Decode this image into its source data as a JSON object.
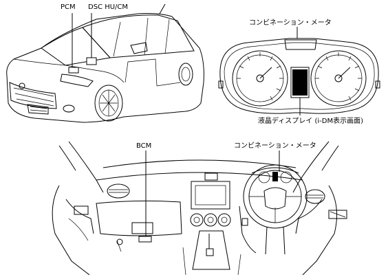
{
  "labels": {
    "pcm": "PCM",
    "dsc": "DSC HU/CM",
    "meter_top": "コンビネーション・メータ",
    "lcd": "液晶ディスプレイ (i-DM表示画面)",
    "bcm": "BCM",
    "meter_bottom": "コンビネーション・メータ"
  }
}
